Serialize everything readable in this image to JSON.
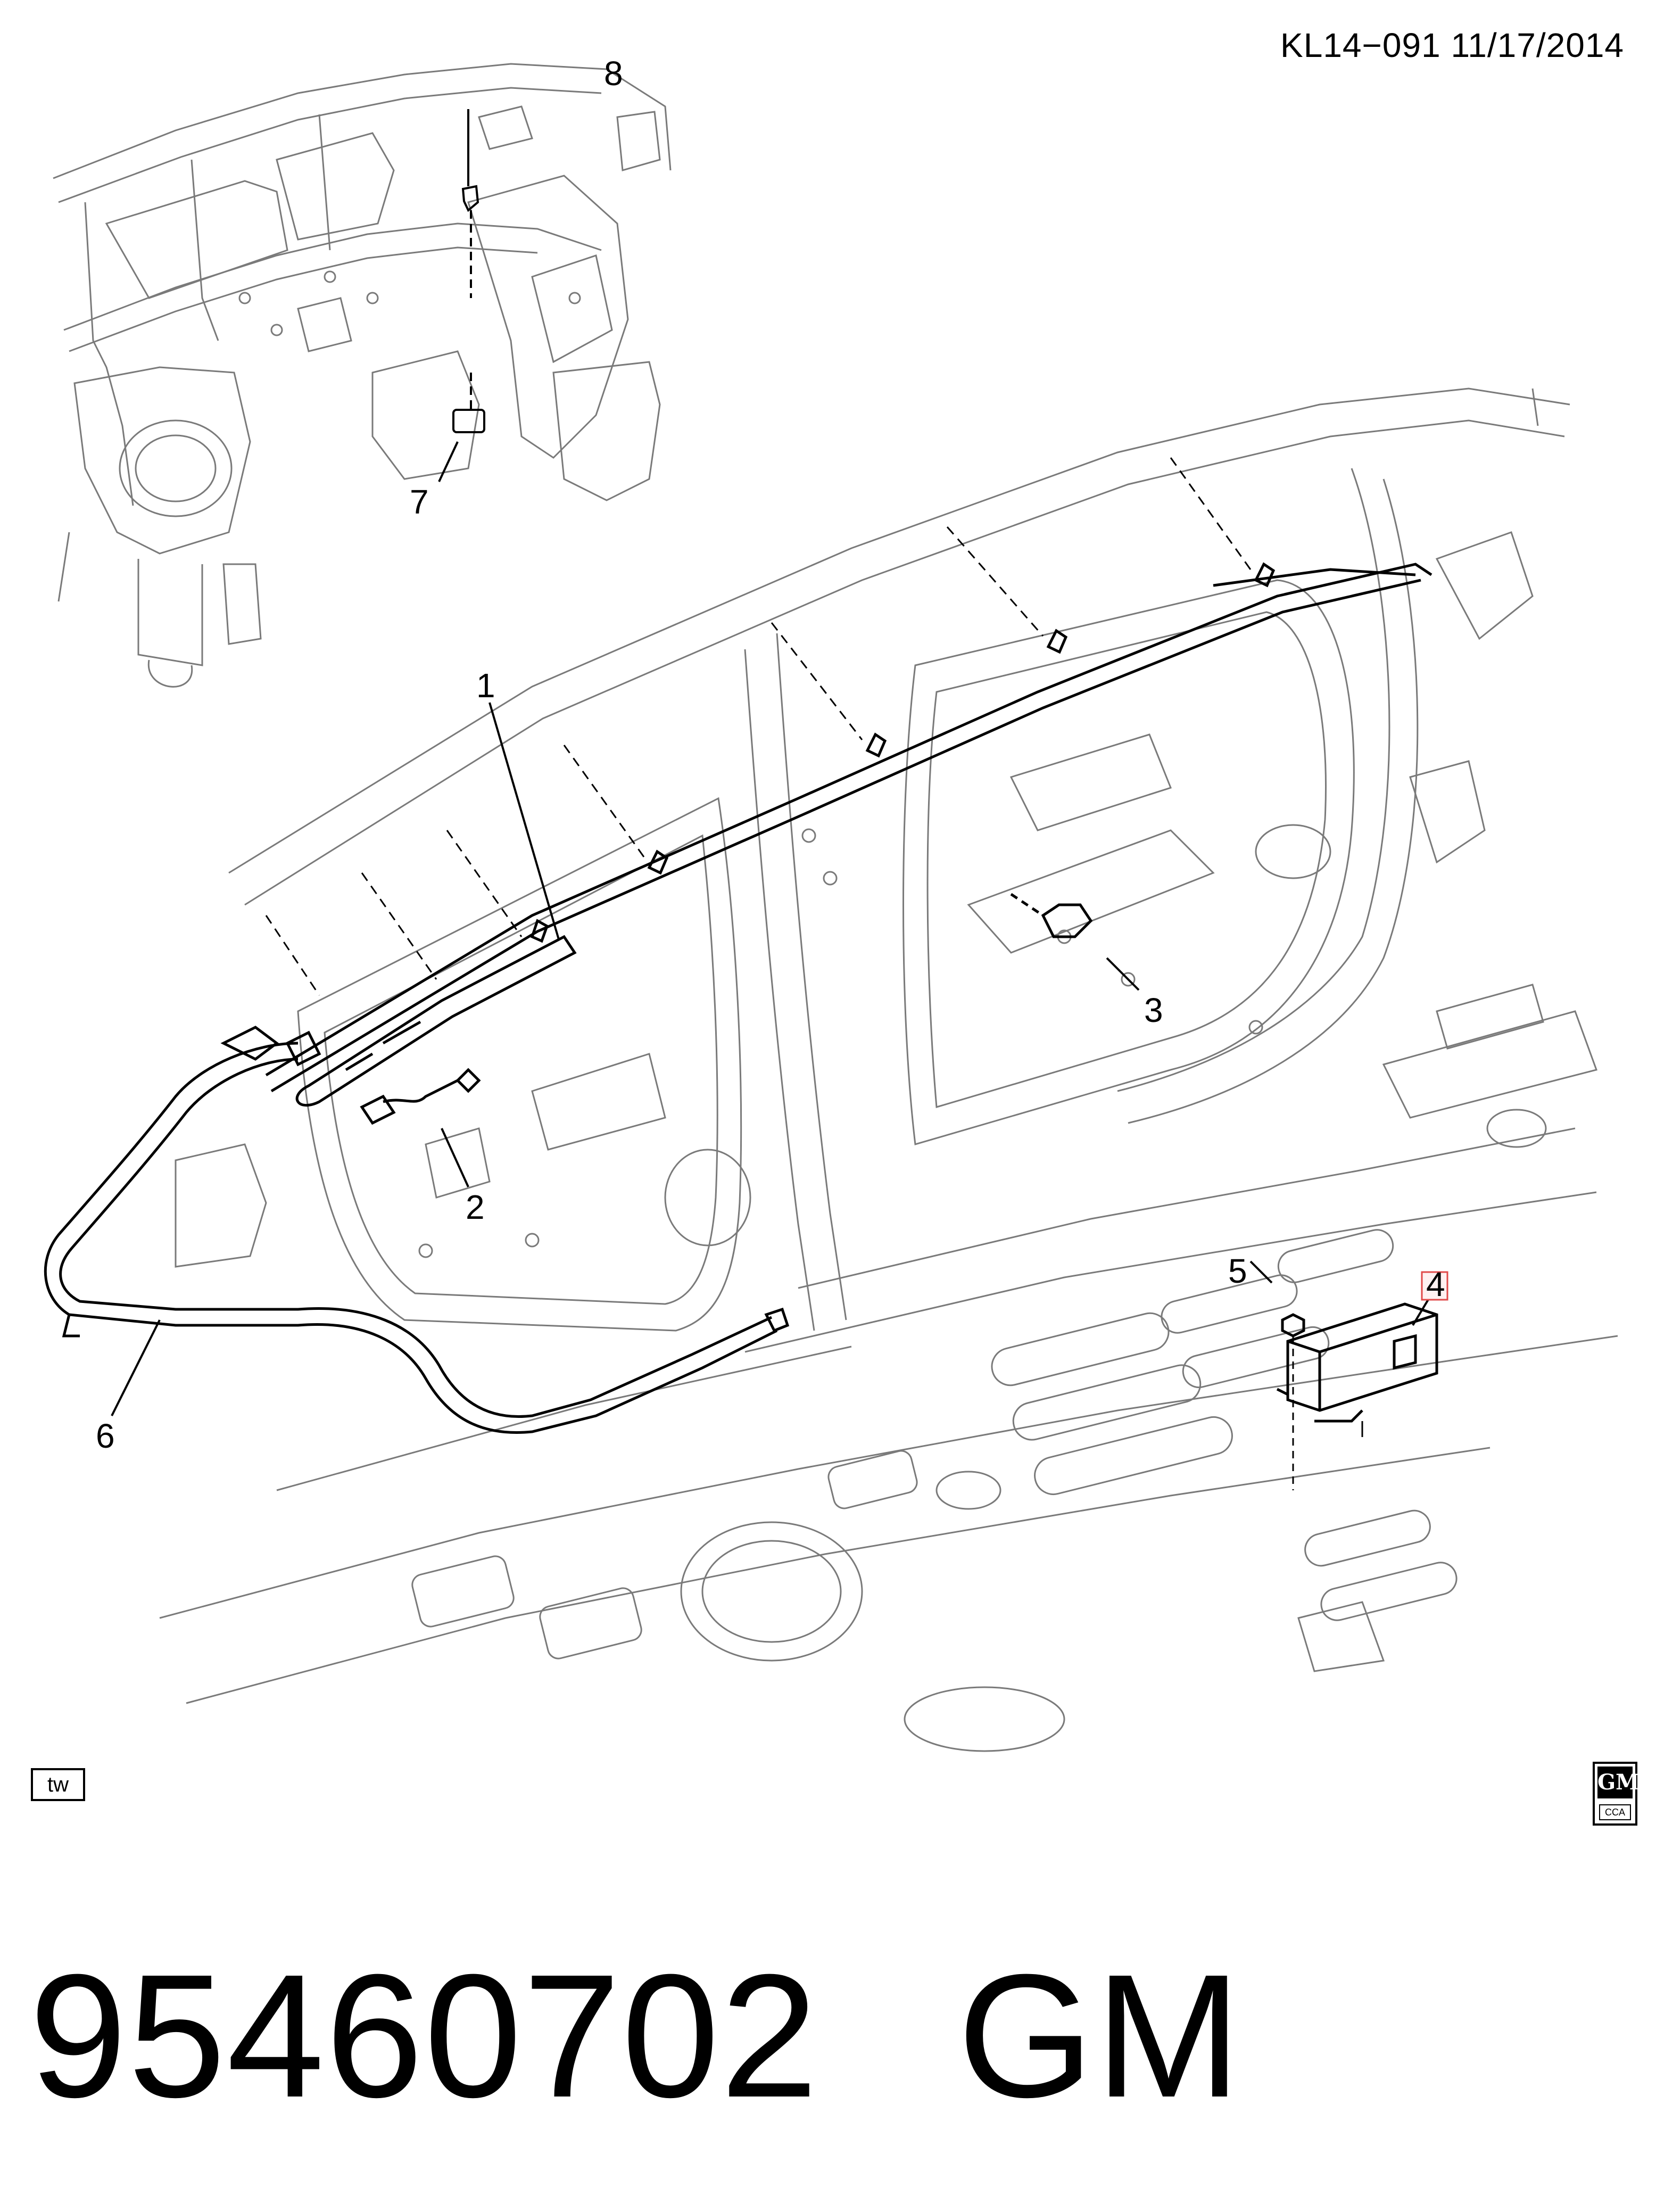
{
  "header": {
    "code": "KL14−091  11/17/2014"
  },
  "callouts": {
    "c1": "1",
    "c2": "2",
    "c3": "3",
    "c4": "4",
    "c5": "5",
    "c6": "6",
    "c7": "7",
    "c8": "8"
  },
  "badge": {
    "label": "tw"
  },
  "logo": {
    "mark": "GM",
    "sub": "CCA"
  },
  "footer": {
    "part_number": "95460702",
    "brand": "GM"
  },
  "colors": {
    "line": "#000000",
    "highlight": "#e04a4a",
    "paper": "#ffffff"
  }
}
